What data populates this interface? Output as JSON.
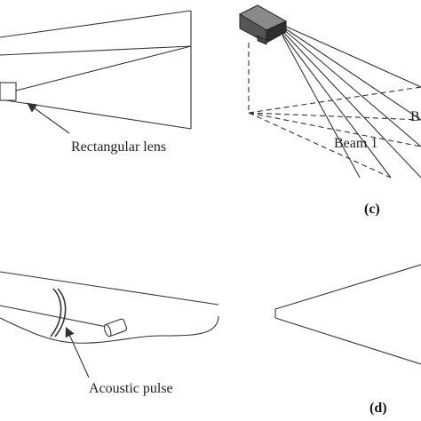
{
  "labels": {
    "rectangular_lens": "Rectangular lens",
    "beam_1": "Beam 1",
    "beam_partial": "B",
    "panel_c": "(c)",
    "acoustic_pulse": "Acoustic pulse",
    "panel_d": "(d)"
  },
  "colors": {
    "line": "#333333",
    "sonar_body": "#555555",
    "sonar_top": "#8a8a8a",
    "sonar_face": "#2f2f2f"
  }
}
